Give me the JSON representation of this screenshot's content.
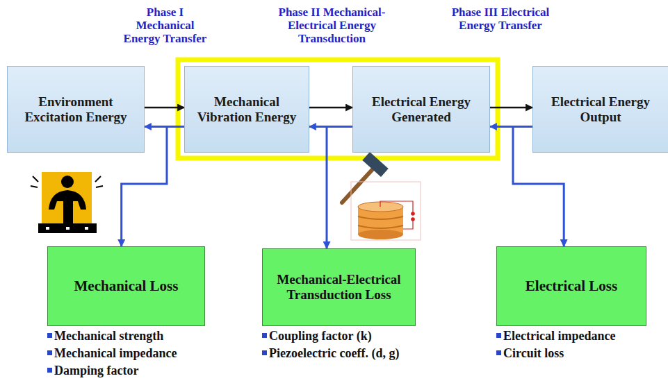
{
  "diagram": {
    "nodes": [
      {
        "text": [
          "Environment Excitation Energy"
        ]
      },
      {
        "text": [
          "Mechanical Vibration Energy"
        ]
      },
      {
        "text": [
          "Electrical Energy Generated"
        ]
      },
      {
        "text": [
          "Electrical Energy Output"
        ]
      },
      {
        "text": [
          "Mechanical Loss"
        ]
      },
      {
        "text": [
          "Mechanical-Electrical Transduction Loss"
        ]
      },
      {
        "text": [
          "Electrical Loss"
        ]
      }
    ],
    "edges": [
      {
        "from": 0,
        "to": 1,
        "arrow": "to"
      },
      {
        "from": 1,
        "to": 2,
        "arrow": "to"
      },
      {
        "from": 2,
        "to": 3,
        "arrow": "to"
      },
      {
        "from": 1,
        "to": 0,
        "arrow": "to"
      },
      {
        "from": 2,
        "to": 1,
        "arrow": "to"
      },
      {
        "from": 3,
        "to": 2,
        "arrow": "to"
      },
      {
        "from": 1,
        "to": 4,
        "arrow": "to"
      },
      {
        "from": 2,
        "to": 5,
        "arrow": "to"
      },
      {
        "from": 3,
        "to": 6,
        "arrow": "to"
      }
    ],
    "labels": [
      "Phase I Mechanical Energy Transfer",
      "Phase II Mechanical-Electrical Energy Transduction",
      "Phase III Electrical Energy Transfer",
      "Mechanical strength",
      "Mechanical impedance",
      "Damping factor",
      "Coupling factor (k)",
      "Piezoelectric coeff. (d, g)",
      "Electrical impedance",
      "Circuit loss"
    ]
  }
}
